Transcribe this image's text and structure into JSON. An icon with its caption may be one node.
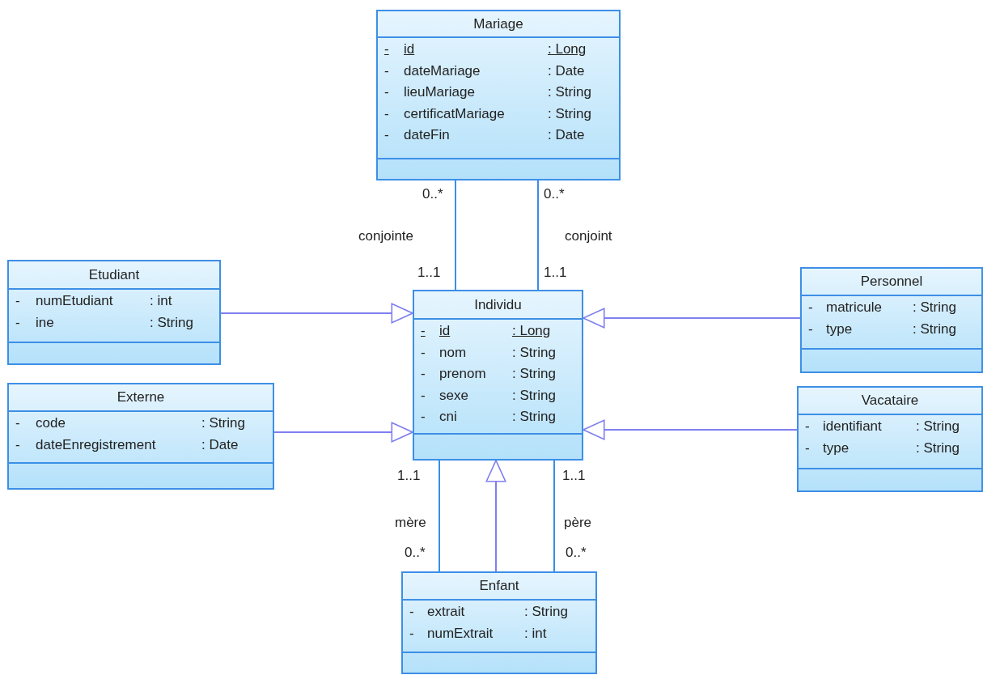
{
  "diagram": {
    "nodes": [
      {
        "text": [
          "Mariage",
          "-",
          "id",
          ": Long",
          "-",
          "dateMariage",
          ": Date",
          "-",
          "lieuMariage",
          ": String",
          "-",
          "certificatMariage",
          ": String",
          "-",
          "dateFin",
          ": Date"
        ]
      },
      {
        "text": [
          "Etudiant",
          "-",
          "numEtudiant",
          ": int",
          "-",
          "ine",
          ": String"
        ]
      },
      {
        "text": [
          "Individu",
          "-",
          "id",
          ": Long",
          "-",
          "nom",
          ": String",
          "-",
          "prenom",
          ": String",
          "-",
          "sexe",
          ": String",
          "-",
          "cni",
          ": String"
        ]
      },
      {
        "text": [
          "Personnel",
          "-",
          "matricule",
          ": String",
          "-",
          "type",
          ": String"
        ]
      },
      {
        "text": [
          "Externe",
          "-",
          "code",
          ": String",
          "-",
          "dateEnregistrement",
          ": Date"
        ]
      },
      {
        "text": [
          "Vacataire",
          "-",
          "identifiant",
          ": String",
          "-",
          "type",
          ": String"
        ]
      },
      {
        "text": [
          "Enfant",
          "-",
          "extrait",
          ": String",
          "-",
          "numExtrait",
          ": int"
        ]
      }
    ],
    "edges": [
      {
        "from": 2,
        "to": 0,
        "arrow": "none",
        "label": "conjointe",
        "color": "#3a8ee6"
      },
      {
        "from": 2,
        "to": 0,
        "arrow": "none",
        "label": "conjoint",
        "color": "#3a8ee6"
      },
      {
        "from": 1,
        "to": 2,
        "arrow": "to"
      },
      {
        "from": 3,
        "to": 2,
        "arrow": "to"
      },
      {
        "from": 4,
        "to": 2,
        "arrow": "to"
      },
      {
        "from": 5,
        "to": 2,
        "arrow": "to"
      },
      {
        "from": 6,
        "to": 2,
        "arrow": "to"
      },
      {
        "from": 6,
        "to": 2,
        "arrow": "none",
        "label": "mère",
        "color": "#3a8ee6"
      },
      {
        "from": 6,
        "to": 2,
        "arrow": "none",
        "label": "père",
        "color": "#3a8ee6"
      }
    ],
    "labels": [
      "0..*",
      "0..*",
      "1..1",
      "1..1",
      "1..1",
      "1..1",
      "0..*",
      "0..*"
    ]
  }
}
